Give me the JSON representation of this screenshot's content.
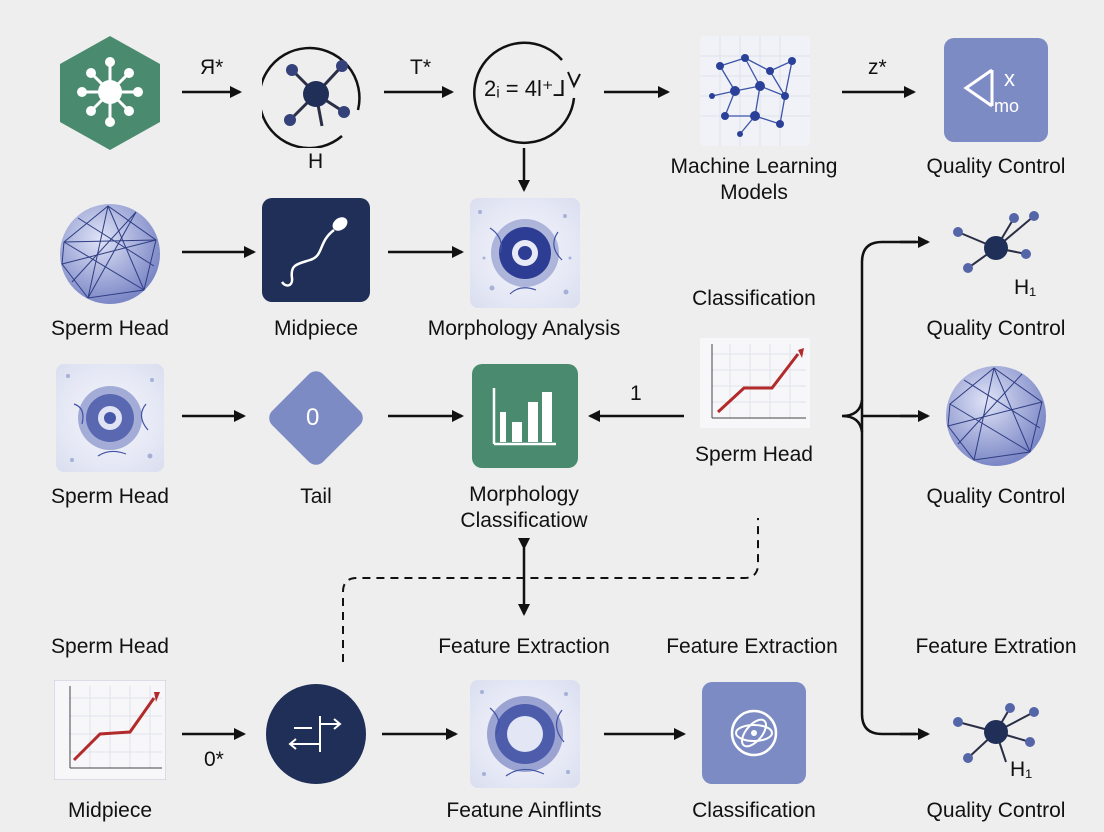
{
  "colors": {
    "background": "#eeeeee",
    "green": "#4a8b6f",
    "navy": "#1f2f57",
    "periwinkle": "#7d8bc4",
    "red_arrow": "#c0392b"
  },
  "labels": {
    "machine_learning_models": "Machine Learning\nModels",
    "quality_control_top": "Quality Control",
    "sperm_head_r2": "Sperm Head",
    "midpiece_r2": "Midpiece",
    "morphology_analysis": "Morphology Analysis",
    "classification_r2": "Classification",
    "quality_control_r2": "Quality Control",
    "sperm_head_r3_left": "Sperm Head",
    "tail": "Tail",
    "morphology_classification": "Morphology\nClassificatiow",
    "sperm_head_r3_right": "Sperm Head",
    "quality_control_r3": "Quality Control",
    "sperm_head_r4": "Sperm Head",
    "feature_extraction_1": "Feature Extraction",
    "feature_extraction_2": "Feature Extraction",
    "feature_extration": "Feature Extration",
    "midpiece_bottom": "Midpiece",
    "featune_ainflints": "Featune Ainflints",
    "classification_bottom": "Classification",
    "quality_control_bottom": "Quality Control"
  },
  "glyphs": {
    "r_star": "Я*",
    "t_star": "T*",
    "z_star": "z*",
    "h_under": "H",
    "equation": "2ᵢ = 4l⁺⅃",
    "one": "1",
    "h1_r2": "H₁",
    "h1_bottom": "H₁",
    "zero_star": "0*",
    "zero_diamond": "0",
    "qc_icon_top": "x",
    "qc_icon_bottom": "mo"
  },
  "icons": [
    "molecule-hexagon-icon",
    "molecule-circle-icon",
    "equation-circle-icon",
    "network-graph-icon",
    "quality-control-icon",
    "sphere-mesh-icon",
    "sperm-icon",
    "cell-micrograph-icon",
    "diamond-zero-icon",
    "bar-chart-icon",
    "line-chart-icon",
    "routing-circle-icon",
    "orbit-icon",
    "molecule-icon"
  ]
}
